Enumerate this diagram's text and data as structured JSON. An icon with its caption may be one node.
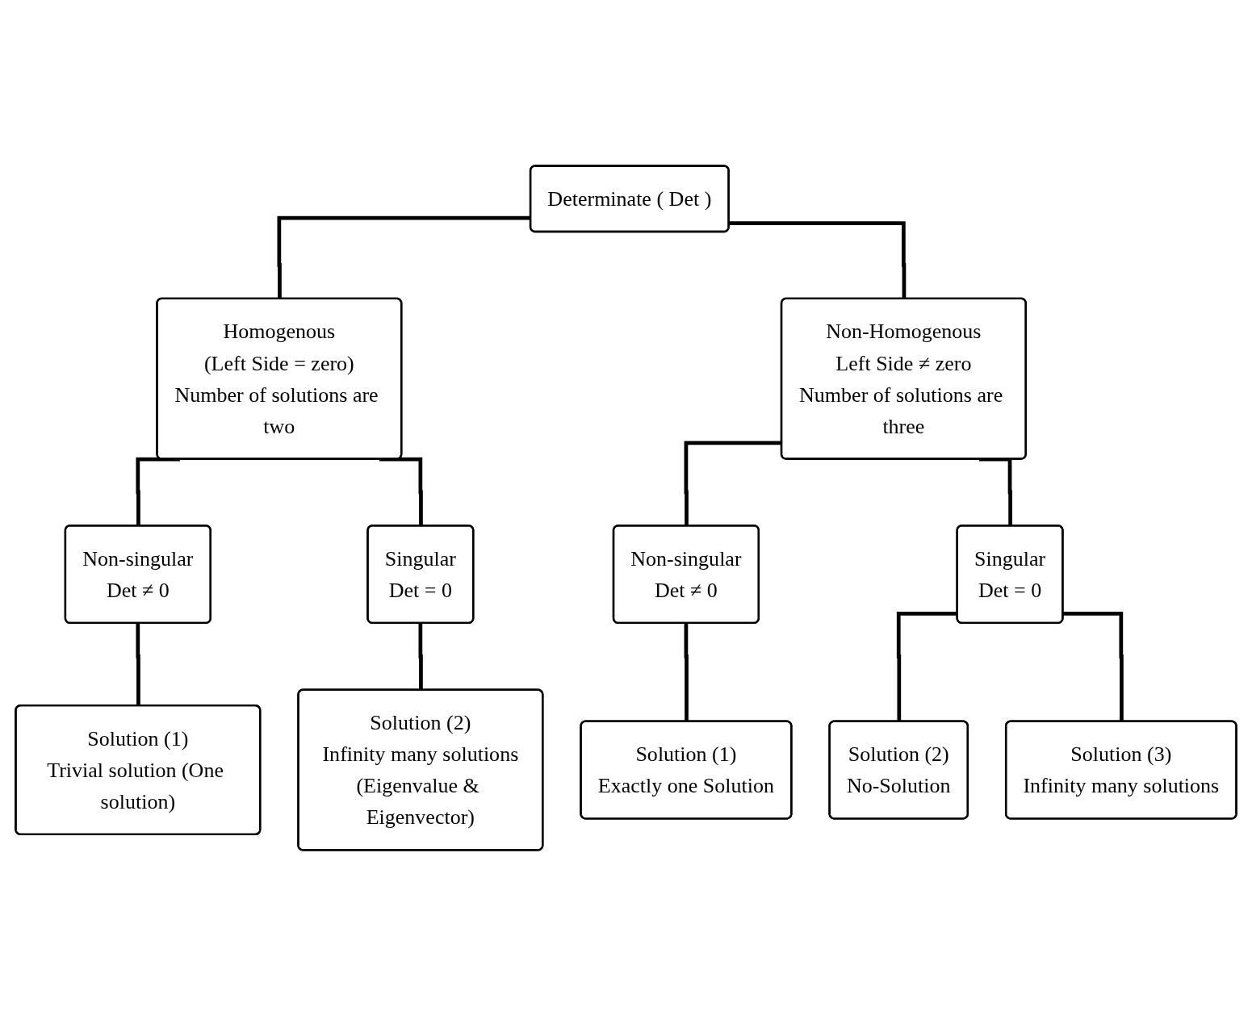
{
  "diagram": {
    "nodes": [
      {
        "text": [
          "Determinate ( Det )"
        ]
      },
      {
        "text": [
          "Homogenous",
          "(Left Side = zero)",
          "Number of solutions are two"
        ]
      },
      {
        "text": [
          "Non-Homogenous",
          "Left Side ≠ zero",
          "Number of solutions are three"
        ]
      },
      {
        "text": [
          "Non-singular",
          "Det ≠ 0"
        ]
      },
      {
        "text": [
          "Singular",
          "Det = 0"
        ]
      },
      {
        "text": [
          "Non-singular",
          "Det ≠ 0"
        ]
      },
      {
        "text": [
          "Singular",
          "Det = 0"
        ]
      },
      {
        "text": [
          "Solution (1)",
          "Trivial solution (One solution)"
        ]
      },
      {
        "text": [
          "Solution (2)",
          "Infinity many solutions",
          "(Eigenvalue & Eigenvector)"
        ]
      },
      {
        "text": [
          "Solution (1)",
          "Exactly one Solution"
        ]
      },
      {
        "text": [
          "Solution (2)",
          "No-Solution"
        ]
      },
      {
        "text": [
          "Solution (3)",
          "Infinity many solutions"
        ]
      }
    ],
    "edges": [
      {
        "from": 0,
        "to": 1,
        "arrow": "none"
      },
      {
        "from": 0,
        "to": 2,
        "arrow": "none"
      },
      {
        "from": 1,
        "to": 3,
        "arrow": "none"
      },
      {
        "from": 1,
        "to": 4,
        "arrow": "none"
      },
      {
        "from": 2,
        "to": 5,
        "arrow": "none"
      },
      {
        "from": 2,
        "to": 6,
        "arrow": "none"
      },
      {
        "from": 3,
        "to": 7,
        "arrow": "none"
      },
      {
        "from": 4,
        "to": 8,
        "arrow": "none"
      },
      {
        "from": 5,
        "to": 9,
        "arrow": "none"
      },
      {
        "from": 6,
        "to": 10,
        "arrow": "none"
      },
      {
        "from": 6,
        "to": 11,
        "arrow": "none"
      }
    ]
  }
}
